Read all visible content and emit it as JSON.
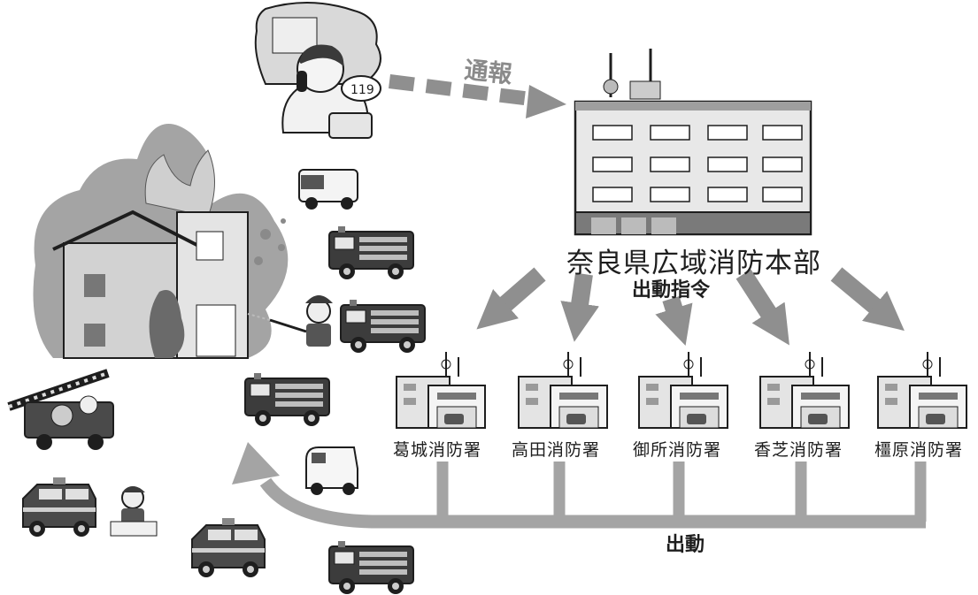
{
  "labels": {
    "report": "通報",
    "headquarters": "奈良県広域消防本部",
    "command": "出動指令",
    "dispatch": "出動"
  },
  "stations": [
    {
      "name": "葛城消防署"
    },
    {
      "name": "高田消防署"
    },
    {
      "name": "御所消防署"
    },
    {
      "name": "香芝消防署"
    },
    {
      "name": "橿原消防署"
    }
  ],
  "phone_number": "119",
  "colors": {
    "arrow": "#8f8f8f",
    "fire": "#a4a4a4",
    "building": "#d9d9d9",
    "outline": "#1e1e1e"
  }
}
